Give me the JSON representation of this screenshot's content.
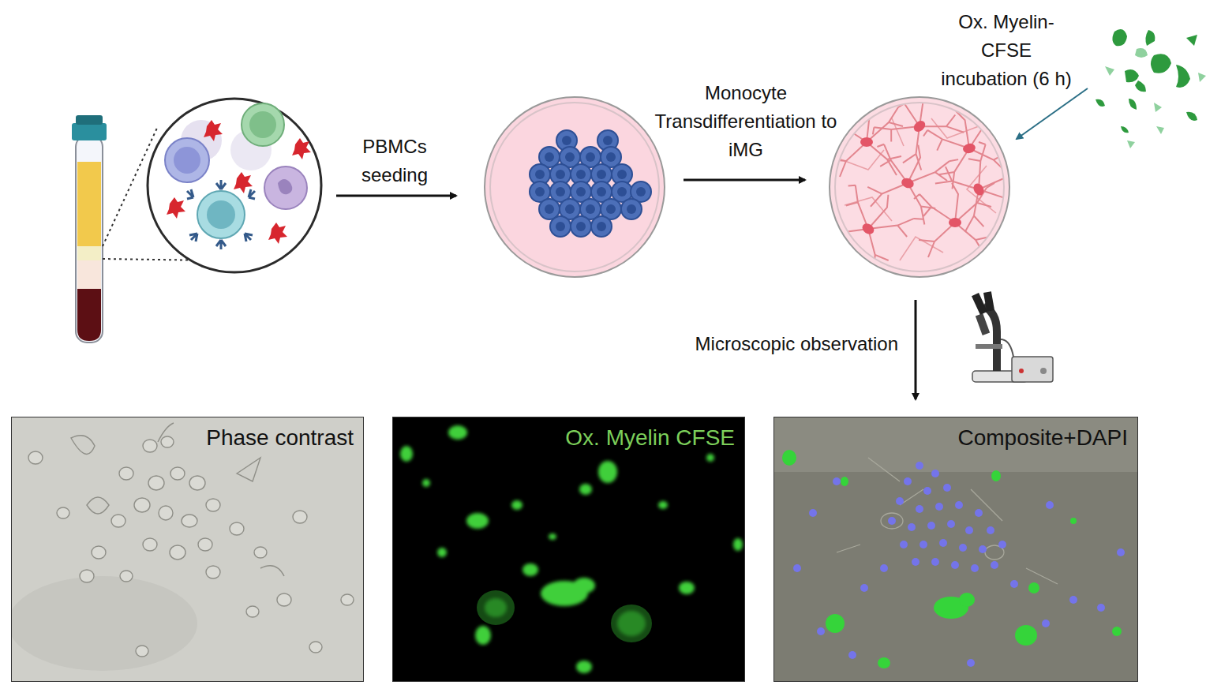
{
  "diagram": {
    "nodes": [
      {
        "text": [
          "Phase contrast"
        ]
      },
      {
        "text": [
          "Ox. Myelin CFSE"
        ]
      },
      {
        "text": [
          "Composite+DAPI"
        ]
      }
    ],
    "labels": [
      "PBMCs seeding",
      "Monocyte Transdifferentiation to iMG",
      "Ox. Myelin- CFSE incubation (6 h)",
      "Microscopic observation"
    ]
  }
}
